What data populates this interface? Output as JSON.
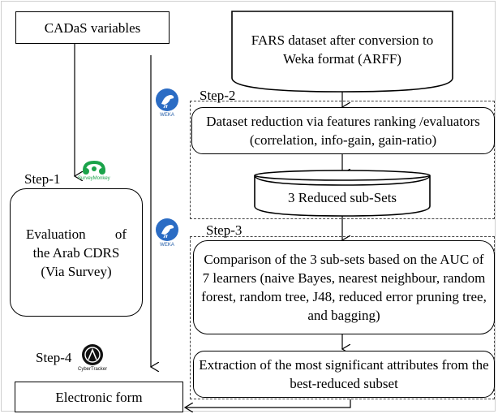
{
  "nodes": {
    "cadas": "CADaS variables",
    "fars": "FARS dataset after conversion to Weka format (ARFF)",
    "reduction": "Dataset reduction via features ranking /evaluators (correlation, info-gain, gain-ratio)",
    "subsets": "3 Reduced sub-Sets",
    "evaluation_line1": "Evaluation of",
    "evaluation_line2": "the Arab CDRS",
    "evaluation_line3": "(Via Survey)",
    "comparison": "Comparison of the 3 sub-sets based on the AUC of 7 learners (naive Bayes, nearest neighbour, random forest, random tree, J48, reduced error pruning tree, and bagging)",
    "extraction": "Extraction of the most significant attributes from the best-reduced subset",
    "electronic_form": "Electronic form"
  },
  "steps": {
    "step1": "Step-1",
    "step2": "Step-2",
    "step3": "Step-3",
    "step4": "Step-4"
  },
  "logos": {
    "weka_caption": "WEKA",
    "surveymonkey_caption": "SurveyMonkey",
    "cybertracker_caption": "CyberTracker"
  }
}
